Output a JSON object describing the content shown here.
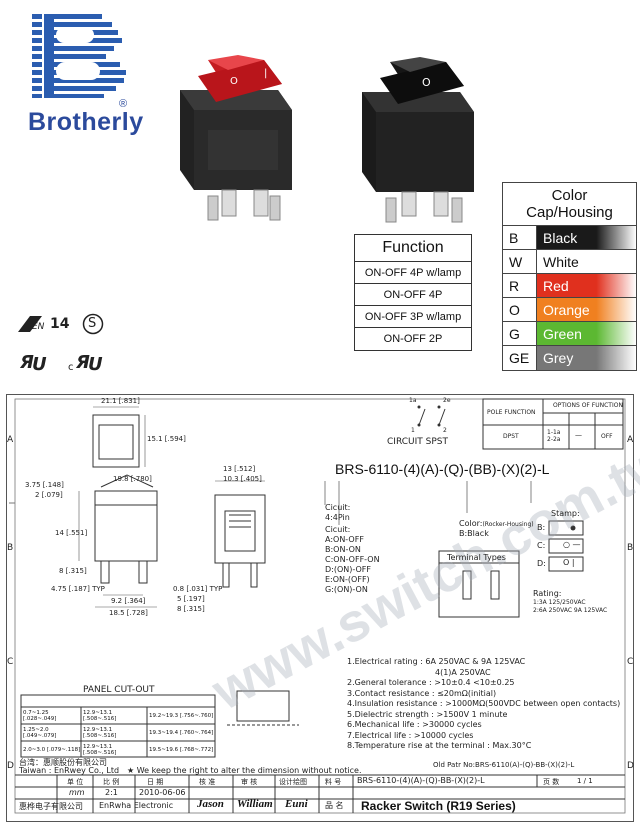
{
  "logo": {
    "brand": "Brotherly",
    "registered": "®",
    "letter": "B"
  },
  "function_table": {
    "title": "Function",
    "rows": [
      "ON-OFF 4P w/lamp",
      "ON-OFF 4P",
      "ON-OFF 3P w/lamp",
      "ON-OFF 2P"
    ]
  },
  "color_table": {
    "title_line1": "Color",
    "title_line2": "Cap/Housing",
    "rows": [
      {
        "code": "B",
        "name": "Black",
        "color": "#1a1a1a",
        "text": "#ffffff"
      },
      {
        "code": "W",
        "name": "White",
        "color": "#ffffff",
        "text": "#111111"
      },
      {
        "code": "R",
        "name": "Red",
        "color": "#e0301e",
        "text": "#ffffff"
      },
      {
        "code": "O",
        "name": "Orange",
        "color": "#f08020",
        "text": "#ffffff"
      },
      {
        "code": "G",
        "name": "Green",
        "color": "#5cb832",
        "text": "#ffffff"
      },
      {
        "code": "GE",
        "name": "Grey",
        "color": "#777777",
        "text": "#ffffff"
      }
    ]
  },
  "certs": {
    "enec": "14",
    "s_mark": "S",
    "ul": "UL",
    "cul": "c UL"
  },
  "drawing": {
    "watermark": "www.switch.com.tw",
    "row_letters": [
      "A",
      "B",
      "C",
      "D"
    ],
    "circuit_label": "CIRCUIT SPST",
    "circuit_pins": {
      "p1a": "1a",
      "p1": "1",
      "p2e": "2e",
      "p2": "2"
    },
    "pole_table": {
      "h1": "POLE FUNCTION",
      "h2": "OPTIONS OF FUNCTION",
      "c1": "DPST",
      "c2": "1-1a 2-2a",
      "c3": "—",
      "c4": "OFF"
    },
    "part_number": "BRS-6110-(4)(A)-(Q)-(BB)-(X)(2)-L",
    "circuit_pins_count": "Cicuit:\n4:4Pin",
    "cicuit_title": "Cicuit:",
    "cicuit_list": [
      "A:ON-OFF",
      "B:ON-ON",
      "C:ON-OFF-ON",
      "D:(ON)-OFF",
      "E:ON-(OFF)",
      "G:(ON)-ON"
    ],
    "color_label": "Color:",
    "color_label_small": "(Rocker-Housing)",
    "color_example": "B:Black",
    "terminal_types": "Terminal Types",
    "stamp_title": "Stamp:",
    "stamp_opts": [
      "B:",
      "C:",
      "D:"
    ],
    "rating_title": "Rating:",
    "rating_lines": [
      "1:3A 125/250VAC",
      "2:6A 250VAC  9A 125VAC"
    ],
    "dims": {
      "top_width": "21.1 [.831]",
      "side_h": "15.1 [.594]",
      "d1": "3.75 [.148]",
      "d2": "2 [.079]",
      "d3": "14 [.551]",
      "d4": "8 [.315]",
      "d5": "4.75 [.187] TYP",
      "d6": "9.2 [.364]",
      "d7": "18.5 [.728]",
      "d8": "19.8 [.780]",
      "d9": "13 [.512]",
      "d10": "10.3 [.405]",
      "d11": "0.8 [.031] TYP",
      "d12": "5 [.197]",
      "d13": "8 [.315]"
    },
    "panel_title": "PANEL CUT-OUT",
    "panel_rows": [
      [
        "0.7~1.25 [.028~.049]",
        "12.9~13.1 [.508~.516]",
        "19.2~19.3 [.756~.760]"
      ],
      [
        "1.25~2.0 [.049~.079]",
        "12.9~13.1 [.508~.516]",
        "19.3~19.4 [.760~.764]"
      ],
      [
        "2.0~3.0 [.079~.118]",
        "12.9~13.1 [.508~.516]",
        "19.5~19.6 [.768~.772]"
      ]
    ],
    "specs": [
      "1.Electrical rating : 6A 250VAC & 9A 125VAC",
      "4(1)A 250VAC",
      "2.General tolerance : >10±0.4  <10±0.25",
      "3.Contact resistance : ≤20mΩ(initial)",
      "4.Insulation resistance : >1000MΩ(500VDC between open contacts)",
      "5.Dielectric strength : >1500V 1 minute",
      "6.Mechanical life : >30000 cycles",
      "7.Electrical life : >10000 cycles",
      "8.Temperature rise at the terminal : Max.30°C"
    ],
    "company_tw": "台湾：惠顺股份有限公司",
    "company_en": "Taiwan : EnRwey Co., Ltd",
    "notice": "We keep the right to alter the dimension without notice.",
    "tb_headers": [
      "单 位",
      "比 例",
      "日 期",
      "核 准",
      "审 核",
      "设计绘图",
      "料 号"
    ],
    "tb_unit": "mm",
    "tb_scale": "2:1",
    "tb_date": "2010-06-06",
    "tb_approve": "Jason",
    "tb_review": "William",
    "tb_design": "Euni",
    "tb_part": "BRS-6110-(4)(A)-(Q)-BB-(X)(2)-L",
    "tb_page_label": "页 数",
    "tb_page": "1 / 1",
    "company_cn2": "惠桦电子有限公司",
    "company_en2": "EnRwha Electronic",
    "product_name_label": "品 名",
    "product_name": "Racker Switch  (R19 Series)",
    "old_part": "Old Patr No:BRS-6110(A)-(Q)-BB-(X)(2)-L"
  }
}
